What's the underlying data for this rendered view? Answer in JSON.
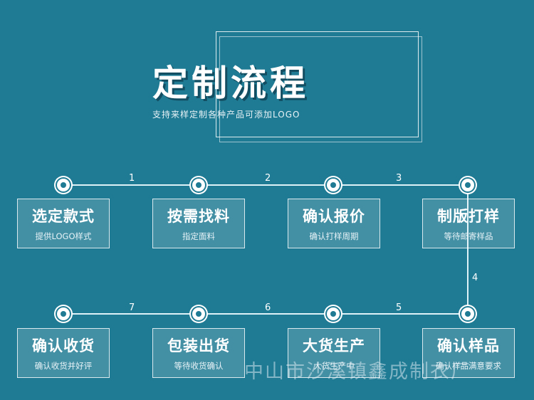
{
  "header": {
    "title": "定制流程",
    "subtitle": "支持来样定制各种产品可添加LOGO"
  },
  "steps": [
    {
      "title": "选定款式",
      "desc": "提供LOGO样式"
    },
    {
      "title": "按需找料",
      "desc": "指定面料"
    },
    {
      "title": "确认报价",
      "desc": "确认打样周期"
    },
    {
      "title": "制版打样",
      "desc": "等待邮寄样品"
    },
    {
      "title": "确认样品",
      "desc": "确认样品满意要求"
    },
    {
      "title": "大货生产",
      "desc": "大货生产中"
    },
    {
      "title": "包装出货",
      "desc": "等待收货确认"
    },
    {
      "title": "确认收货",
      "desc": "确认收货并好评"
    }
  ],
  "connectors": [
    "1",
    "2",
    "3",
    "4",
    "5",
    "6",
    "7"
  ],
  "watermark": "中山市沙溪镇鑫成制衣厂",
  "colors": {
    "background": "#1f7b94",
    "line": "#dff2f7"
  }
}
